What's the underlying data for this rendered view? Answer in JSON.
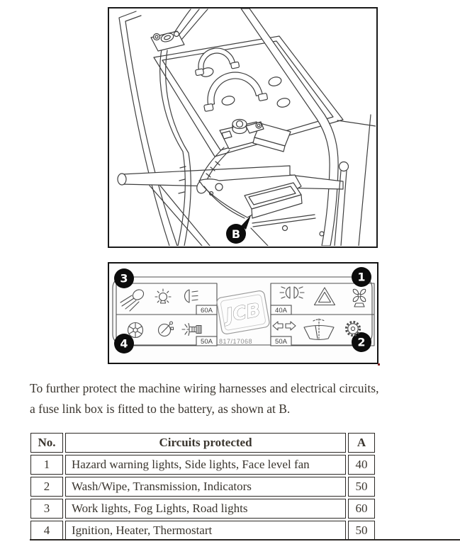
{
  "figure": {
    "callout_label": "B",
    "description": "battery-compartment-line-drawing"
  },
  "fuse_panel": {
    "logo_text": "JCB",
    "part_number": "817/17068",
    "groups": [
      {
        "badge": "3",
        "fuse_rating": "60A",
        "icons": [
          "work-lights",
          "road-lights",
          "fog-lights"
        ]
      },
      {
        "badge": "4",
        "fuse_rating": "50A",
        "icons": [
          "heater-fan",
          "heater-control",
          "thermostart"
        ]
      },
      {
        "badge": "1",
        "fuse_rating": "40A",
        "icons": [
          "side-lights",
          "hazard-warning",
          "face-level-fan"
        ]
      },
      {
        "badge": "2",
        "fuse_rating": "50A",
        "icons": [
          "indicators",
          "wash-wipe",
          "transmission"
        ]
      }
    ]
  },
  "paragraph": {
    "line1": "To further protect the machine wiring harnesses and electrical circuits,",
    "line2": "a fuse link box is fitted to the battery, as shown at B."
  },
  "table": {
    "headers": {
      "no": "No.",
      "circuits": "Circuits protected",
      "amps": "A"
    },
    "rows": [
      {
        "no": "1",
        "circuits": "Hazard warning lights, Side lights, Face level fan",
        "amps": "40"
      },
      {
        "no": "2",
        "circuits": "Wash/Wipe, Transmission, Indicators",
        "amps": "50"
      },
      {
        "no": "3",
        "circuits": "Work lights, Fog Lights, Road lights",
        "amps": "60"
      },
      {
        "no": "4",
        "circuits": "Ignition, Heater, Thermostart",
        "amps": "50"
      }
    ]
  },
  "colors": {
    "line_art": "#3f3f3f",
    "badge": "#0c0c0c",
    "text": "#3a352e",
    "table_border": "#2c2926",
    "accent_dot": "#7e1f1f"
  }
}
